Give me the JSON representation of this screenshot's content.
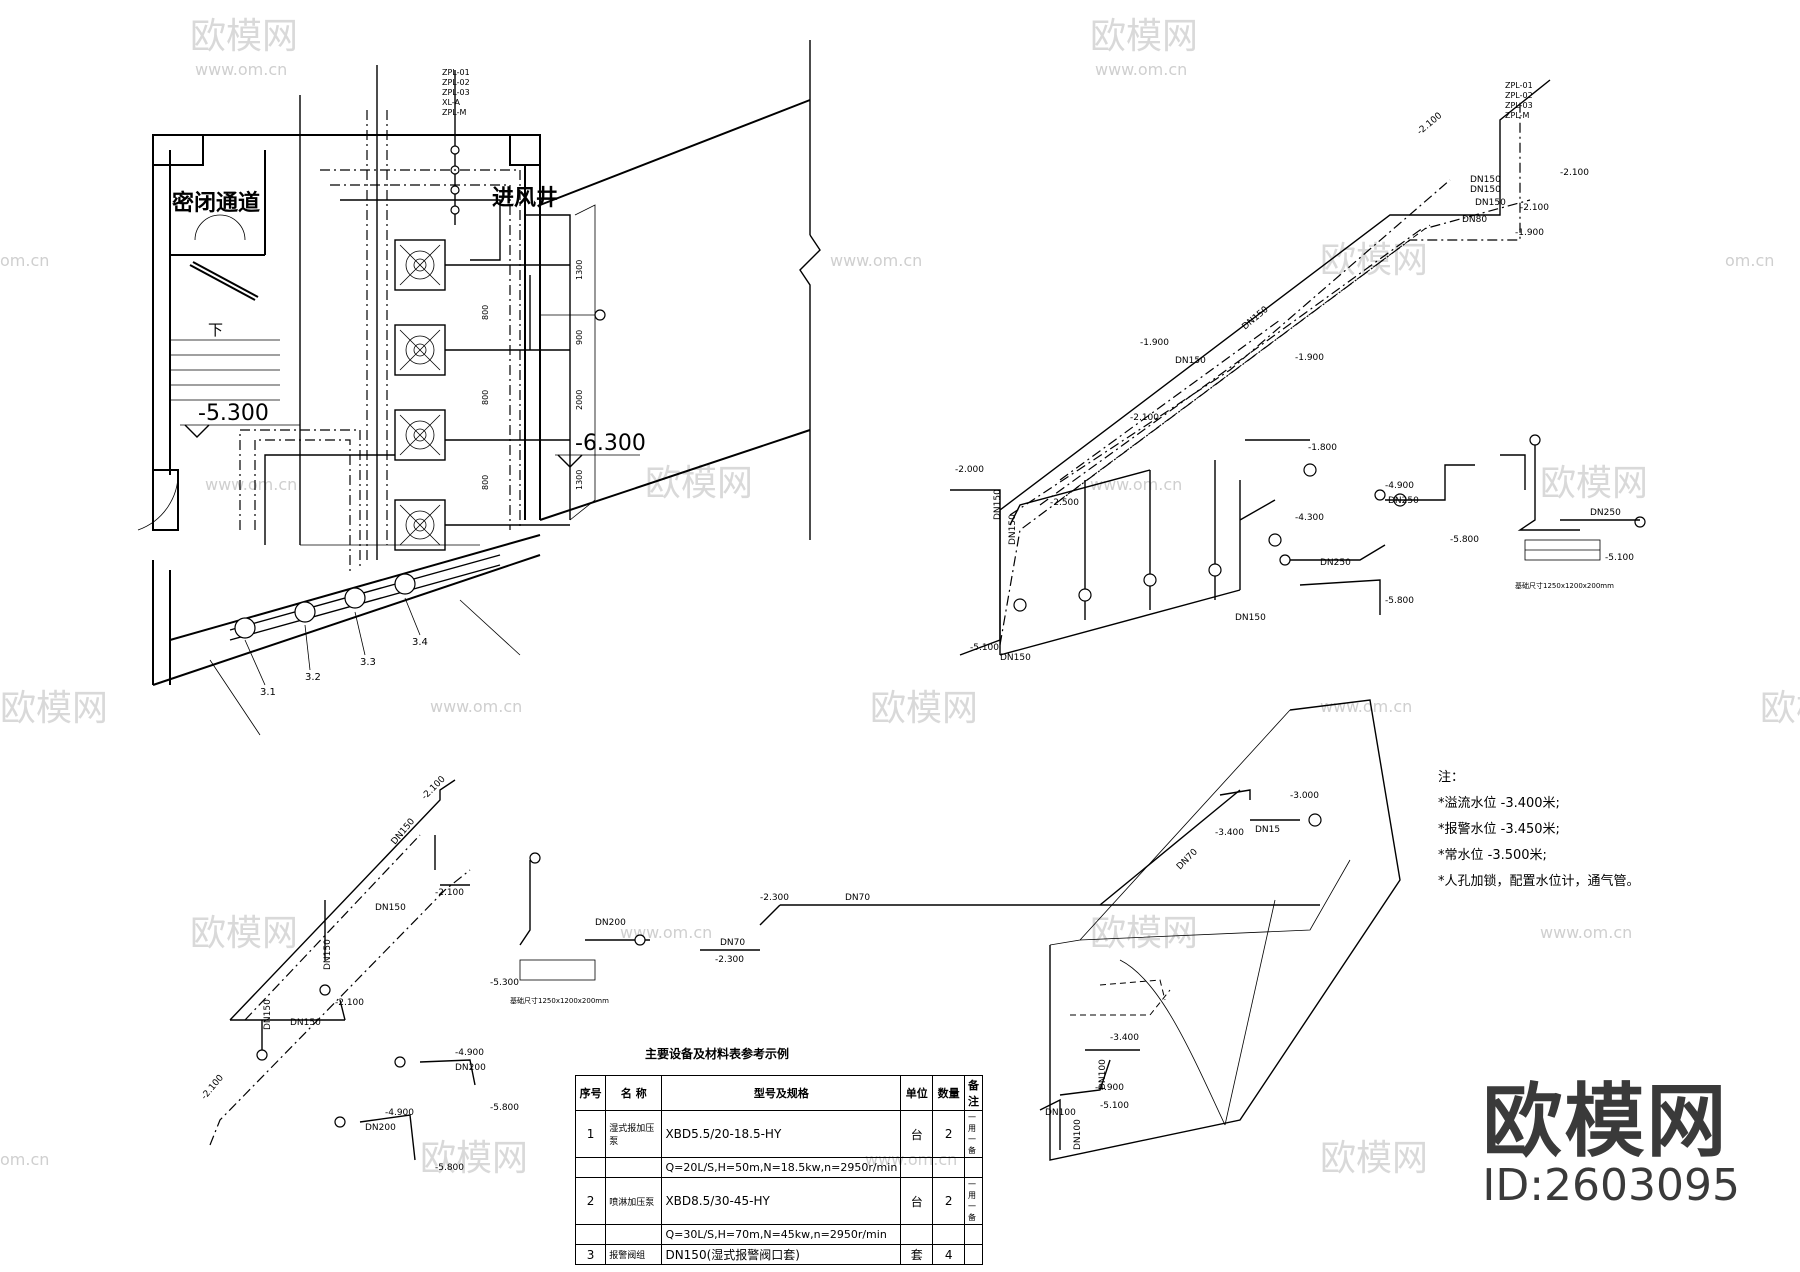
{
  "plan": {
    "room_label": "密闭通道",
    "shaft_label": "进风井",
    "down_label": "下",
    "elev_left": "-5.300",
    "elev_right": "-6.300",
    "riser_tags": [
      "ZPL-01",
      "ZPL-02",
      "ZPL-03",
      "XL-A",
      "ZPL-M"
    ],
    "pump_tags": [
      "3.1",
      "3.2",
      "3.3",
      "3.4"
    ],
    "dims": [
      "1300",
      "900",
      "2000",
      "1300",
      "800",
      "800",
      "800"
    ]
  },
  "iso_top": {
    "riser_tags": [
      "ZPL-01",
      "ZPL-02",
      "ZPL-03",
      "ZPL-M"
    ],
    "pipe_labels": [
      "DN150",
      "DN150",
      "DN150",
      "DN80",
      "DN150",
      "DN150",
      "DN150",
      "DN150",
      "DN150",
      "DN150",
      "DN250",
      "DN250",
      "DN250"
    ],
    "elevations": [
      "-2.100",
      "-2.100",
      "-2.100",
      "-1.900",
      "-1.900",
      "-1.900",
      "-1.800",
      "-2.000",
      "-2.500",
      "-2.100",
      "-5.100",
      "-4.900",
      "-4.300",
      "-5.800",
      "-5.800",
      "-5.100"
    ],
    "foundation": "基础尺寸1250x1200x200mm"
  },
  "iso_bottom_left": {
    "pipe_labels": [
      "DN150",
      "DN150",
      "DN150",
      "DN150",
      "DN150",
      "DN200",
      "DN200",
      "DN200"
    ],
    "elevations": [
      "-2.100",
      "-2.100",
      "-2.100",
      "-2.100",
      "-4.900",
      "-4.900",
      "-5.800",
      "-5.800",
      "-5.300"
    ],
    "foundation": "基础尺寸1250x1200x200mm"
  },
  "iso_bottom_mid": {
    "pipe_labels": [
      "DN70",
      "DN70",
      "DN70",
      "DN15",
      "DN100",
      "DN100",
      "DN100"
    ],
    "elevations": [
      "-2.300",
      "-2.300",
      "-3.000",
      "-3.400",
      "-3.400",
      "-4.900",
      "-5.100"
    ]
  },
  "notes": {
    "title": "注：",
    "lines": [
      "*溢流水位 -3.400米;",
      "*报警水位 -3.450米;",
      "*常水位 -3.500米;",
      "*人孔加锁，配置水位计，通气管。"
    ]
  },
  "table": {
    "title": "主要设备及材料表参考示例",
    "headers": [
      "序号",
      "名 称",
      "型号及规格",
      "单位",
      "数量",
      "备 注"
    ],
    "rows": [
      [
        "1",
        "湿式报加压泵",
        "XBD5.5/20-18.5-HY",
        "台",
        "2",
        "一用一备"
      ],
      [
        "",
        "",
        "Q=20L/S,H=50m,N=18.5kw,n=2950r/min",
        "",
        "",
        ""
      ],
      [
        "2",
        "喷淋加压泵",
        "XBD8.5/30-45-HY",
        "台",
        "2",
        "一用一备"
      ],
      [
        "",
        "",
        "Q=30L/S,H=70m,N=45kw,n=2950r/min",
        "",
        "",
        ""
      ],
      [
        "3",
        "报警阀组",
        "DN150(湿式报警阀口套)",
        "套",
        "4",
        ""
      ]
    ]
  },
  "watermark": {
    "brand": "欧模网",
    "url": "www.om.cn",
    "url_short": "om.cn"
  },
  "brand": {
    "name": "欧模网",
    "id": "ID:2603095"
  }
}
